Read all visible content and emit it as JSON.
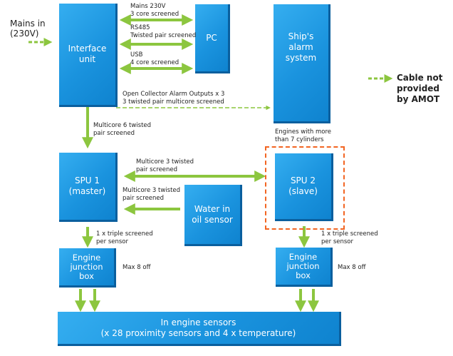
{
  "colors": {
    "box": "#1f9be0",
    "arrow": "#8cc63f",
    "slave_outline": "#f26522"
  },
  "mains_label": "Mains in\n(230V)",
  "legend": {
    "label": "Cable not\nprovided\nby AMOT"
  },
  "boxes": {
    "interface": "Interface\nunit",
    "pc": "PC",
    "alarm": "Ship's\nalarm\nsystem",
    "spu1": "SPU 1\n(master)",
    "spu2": "SPU 2\n(slave)",
    "water": "Water in\noil sensor",
    "junction1": "Engine\njunction\nbox",
    "junction2": "Engine\njunction\nbox",
    "sensors": "In engine sensors\n(x 28 proximity sensors and 4 x temperature)"
  },
  "cables": {
    "mains_pc": "Mains 230V\n3 core screened",
    "rs485": "RS485\nTwisted pair screened",
    "usb": "USB\n4 core screened",
    "alarm_outputs": "Open Collector Alarm Outputs x 3\n3 twisted pair multicore screened",
    "multicore6": "Multicore 6 twisted\npair screened",
    "spu_link": "Multicore 3 twisted\npair screened",
    "water_link": "Multicore 3 twisted\npair screened",
    "triple1": "1 x triple screened\nper sensor",
    "triple2": "1 x triple screened\nper sensor",
    "max1": "Max 8 off",
    "max2": "Max 8 off"
  },
  "engines_note": "Engines with more\nthan 7 cylinders"
}
